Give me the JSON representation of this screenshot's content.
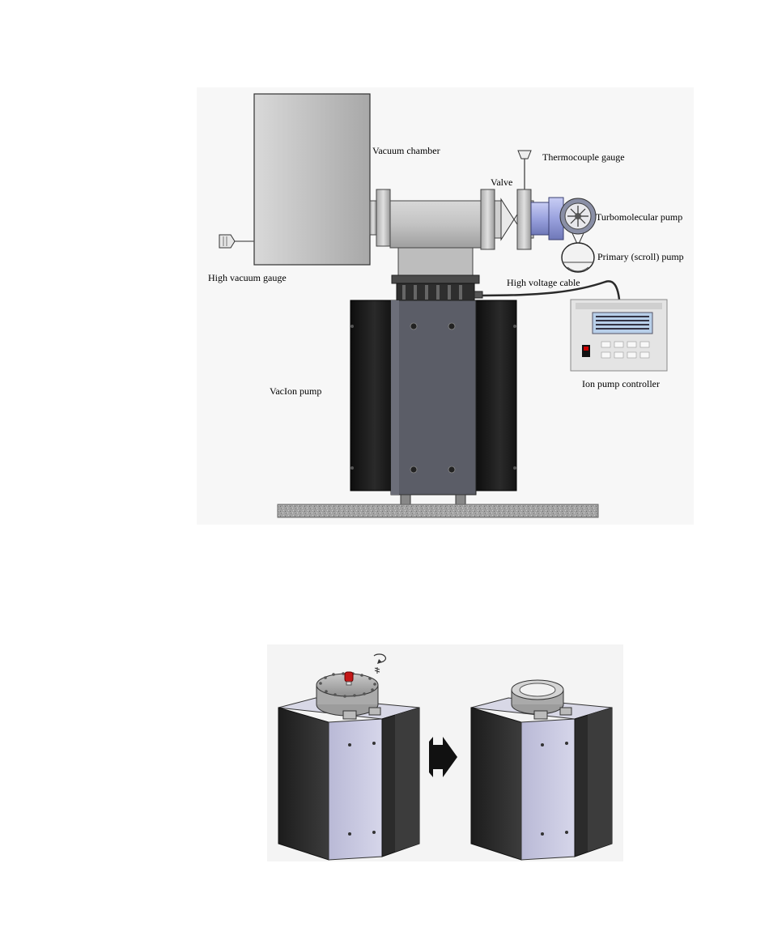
{
  "labels": {
    "vacuum_chamber": "Vacuum chamber",
    "thermocouple_gauge": "Thermocouple gauge",
    "valve": "Valve",
    "turbomolecular_pump": "Turbomolecular pump",
    "primary_pump": "Primary (scroll) pump",
    "high_vacuum_gauge": "High vacuum gauge",
    "high_voltage_cable": "High voltage cable",
    "ion_pump_controller": "Ion pump controller",
    "vacion_pump": "VacIon pump"
  },
  "colors": {
    "chamber_fill": "#c4c4c4",
    "pump_body": "#5b5d67",
    "pump_side": "#1a1a1a",
    "iso_front": "#c8c8e2",
    "floor": "#9a9a9a",
    "controller_screen": "#b8cfe9"
  }
}
